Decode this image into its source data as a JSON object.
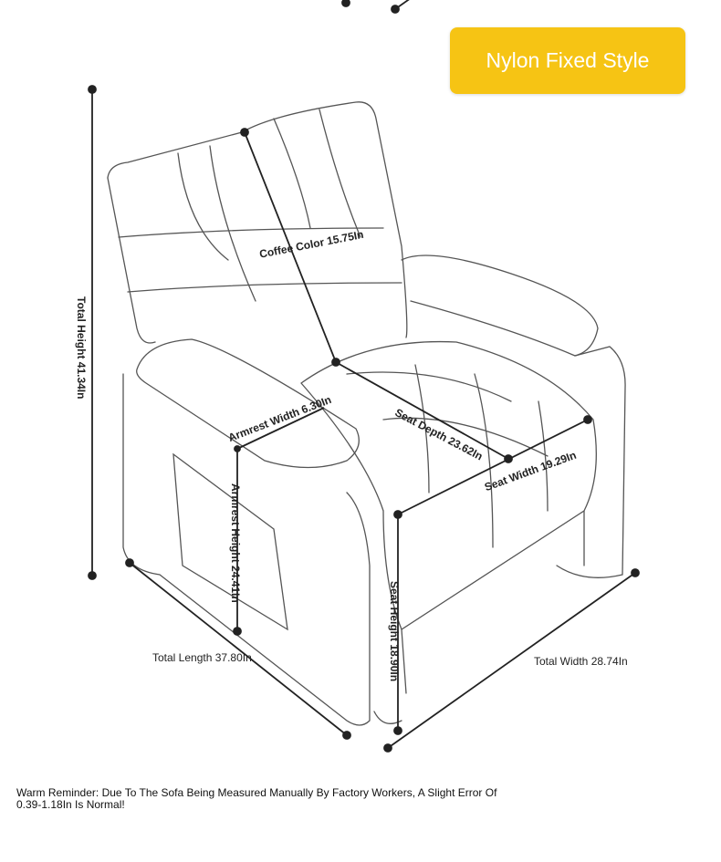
{
  "badge": {
    "label": "Nylon Fixed Style",
    "color": "#f6c414"
  },
  "dimensions": {
    "total_height": "Total Height 41.34In",
    "coffee_color": "Coffee Color 15.75In",
    "armrest_width": "Armrest Width 6.30In",
    "armrest_height": "Armrest Height 24.41In",
    "seat_depth": "Seat Depth 23.62In",
    "seat_width": "Seat Width 19.29In",
    "seat_height": "Seat Height 18.90In",
    "total_length": "Total Length 37.80In",
    "total_width": "Total Width 28.74In"
  },
  "note": "Warm Reminder: Due To The Sofa Being Measured Manually By Factory Workers, A Slight Error Of 0.39-1.18In Is Normal!"
}
